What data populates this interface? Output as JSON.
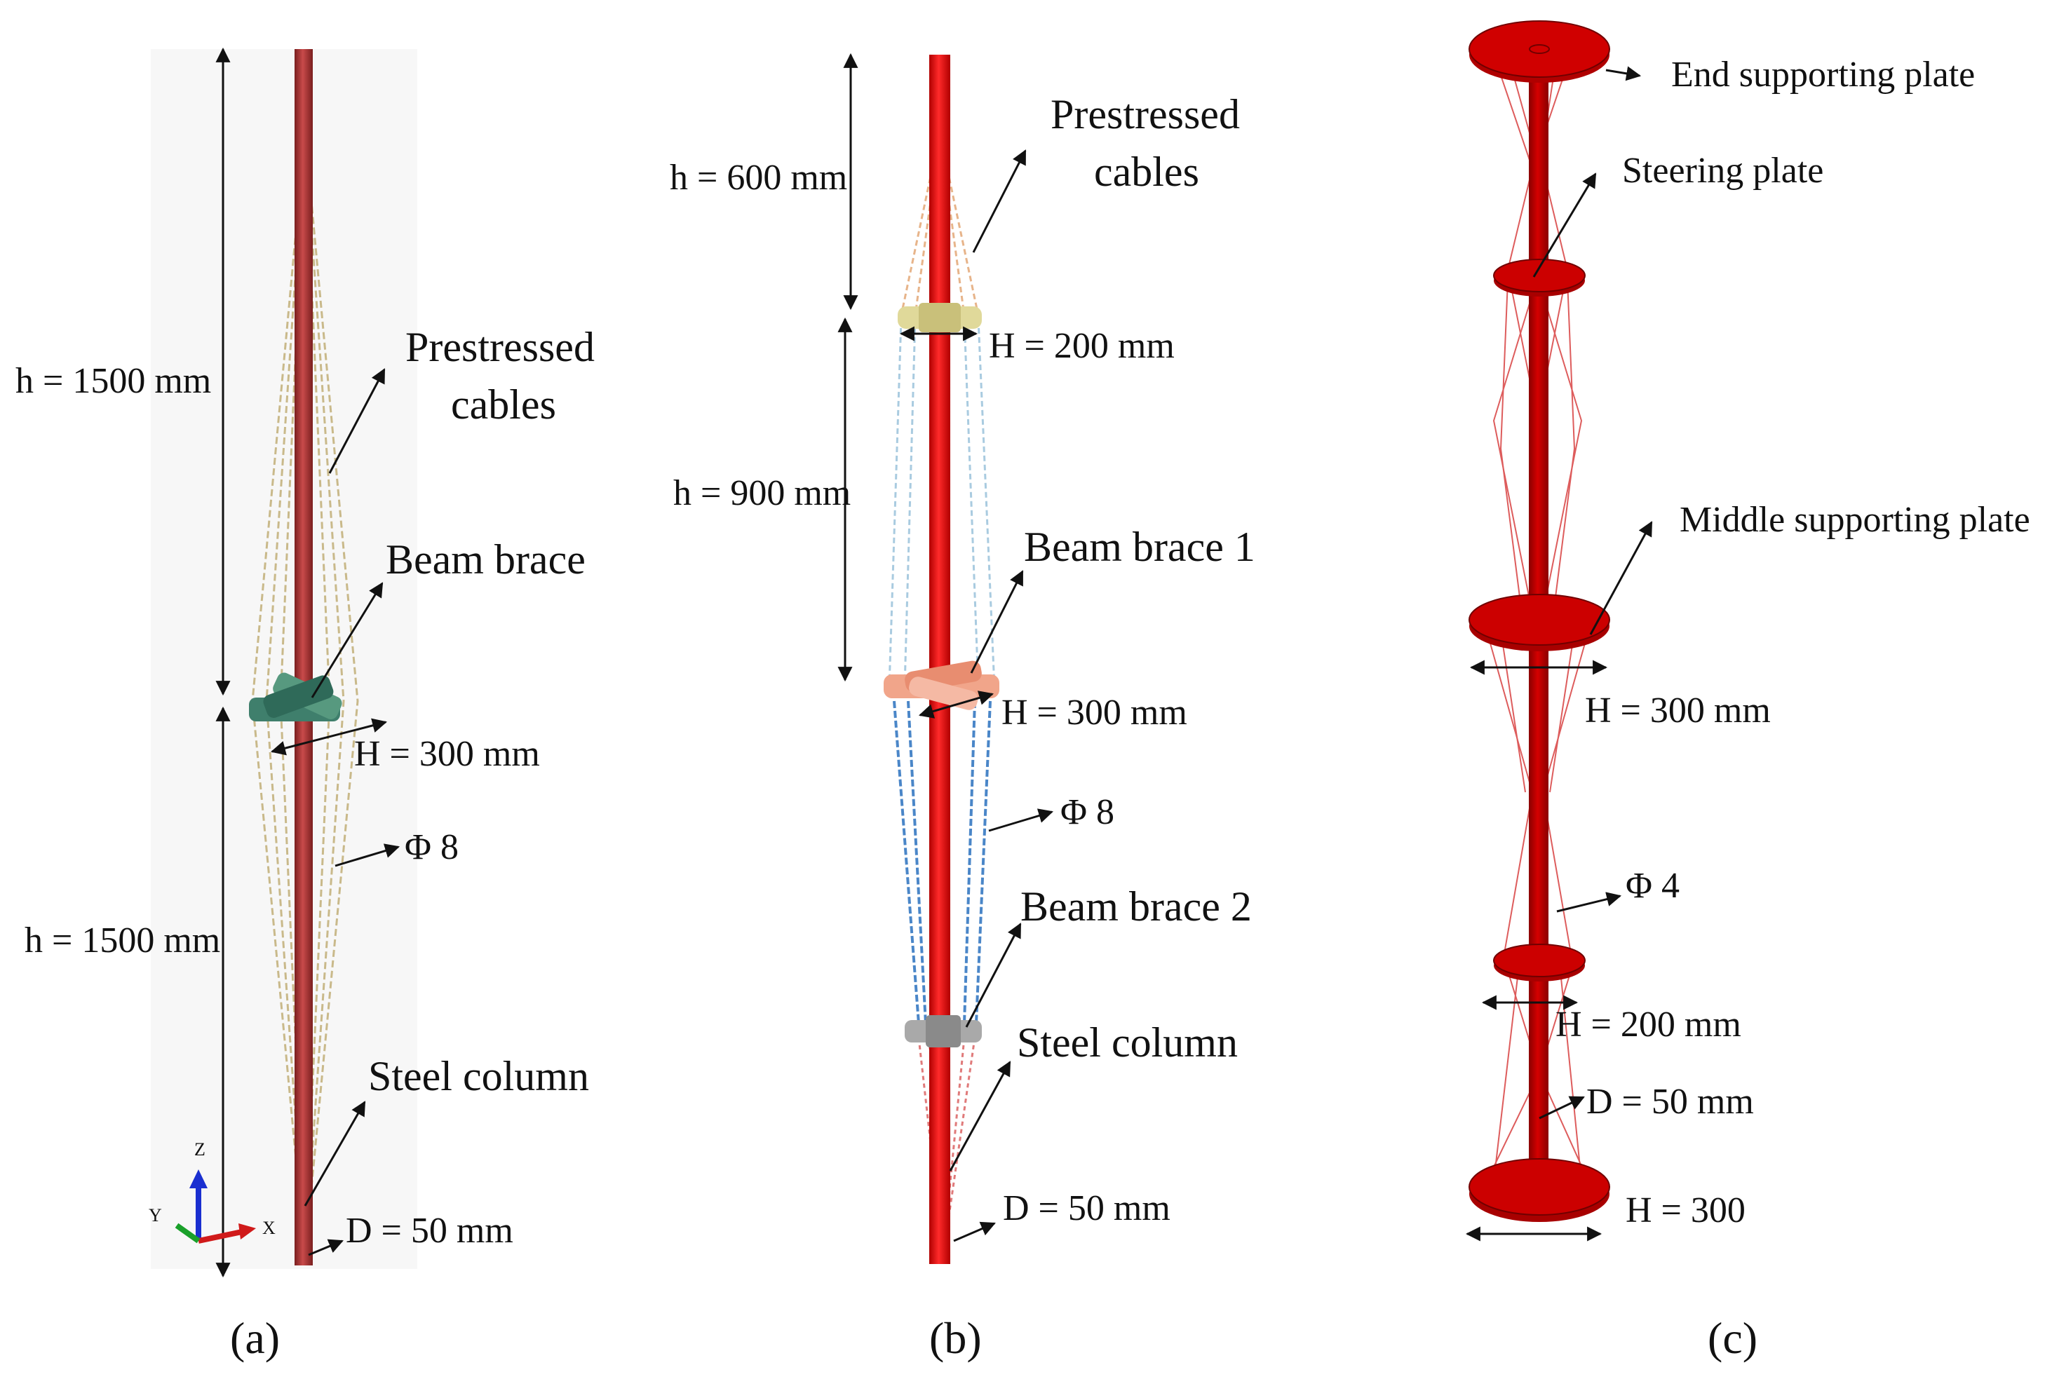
{
  "colors": {
    "column_a": "#b23a3a",
    "column_b": "#e51414",
    "column_c": "#c00000",
    "brace_a": "#3f7f6c",
    "brace_b1": "#e0d99a",
    "brace_b2": "#f1a58a",
    "brace_b3": "#a9a9a9",
    "cable_a": "#c9b98a",
    "cable_b_upper": "#e7b48a",
    "cable_b_middle": "#a9cbe0",
    "cable_b_lower": "#4a86c8",
    "cable_c": "#d84040"
  },
  "panel_a": {
    "caption": "(a)",
    "h_top": "h = 1500 mm",
    "h_bottom": "h = 1500 mm",
    "prestressed_line1": "Prestressed",
    "prestressed_line2": "cables",
    "beam_brace": "Beam brace",
    "H": "H = 300 mm",
    "phi": "Φ 8",
    "steel_column": "Steel column",
    "D": "D = 50 mm",
    "axis_z": "Z",
    "axis_y": "Y",
    "axis_x": "X"
  },
  "panel_b": {
    "caption": "(b)",
    "h_top": "h = 600 mm",
    "h_middle": "h = 900 mm",
    "prestressed_line1": "Prestressed",
    "prestressed_line2": "cables",
    "H_top": "H = 200 mm",
    "beam_brace_1": "Beam brace 1",
    "H_mid": "H = 300 mm",
    "phi": "Φ 8",
    "beam_brace_2": "Beam brace 2",
    "steel_column": "Steel column",
    "D": "D = 50 mm"
  },
  "panel_c": {
    "caption": "(c)",
    "end_plate": "End supporting plate",
    "steering_plate": "Steering plate",
    "middle_plate": "Middle supporting plate",
    "H_mid": "H = 300 mm",
    "phi": "Φ 4",
    "H_small": "H = 200 mm",
    "D": "D = 50 mm",
    "H_bottom": "H = 300"
  }
}
